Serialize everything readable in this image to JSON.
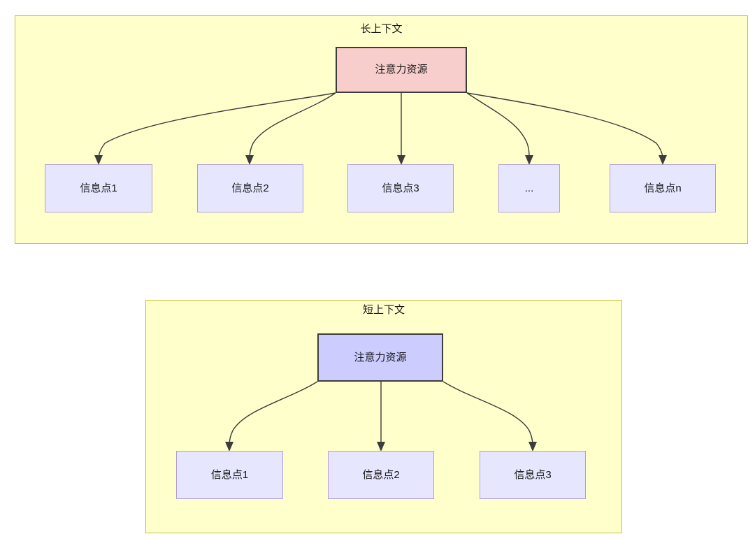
{
  "diagram": {
    "type": "flowchart",
    "groups": [
      {
        "id": "long-context",
        "title": "长上下文",
        "fill": "#ffffcc",
        "stroke": "#c2c23d",
        "root": {
          "label": "注意力资源",
          "fill": "#f8cecc",
          "stroke": "#3c3c3c"
        },
        "children": [
          {
            "label": "信息点1"
          },
          {
            "label": "信息点2"
          },
          {
            "label": "信息点3"
          },
          {
            "label": "..."
          },
          {
            "label": "信息点n"
          }
        ],
        "child_fill": "#e6e6ff",
        "child_stroke": "#b39ddb"
      },
      {
        "id": "short-context",
        "title": "短上下文",
        "fill": "#ffffcc",
        "stroke": "#c2c23d",
        "root": {
          "label": "注意力资源",
          "fill": "#ccccff",
          "stroke": "#3c3c3c"
        },
        "children": [
          {
            "label": "信息点1"
          },
          {
            "label": "信息点2"
          },
          {
            "label": "信息点3"
          }
        ],
        "child_fill": "#e6e6ff",
        "child_stroke": "#b39ddb"
      }
    ],
    "edge_color": "#3c3c3c"
  }
}
